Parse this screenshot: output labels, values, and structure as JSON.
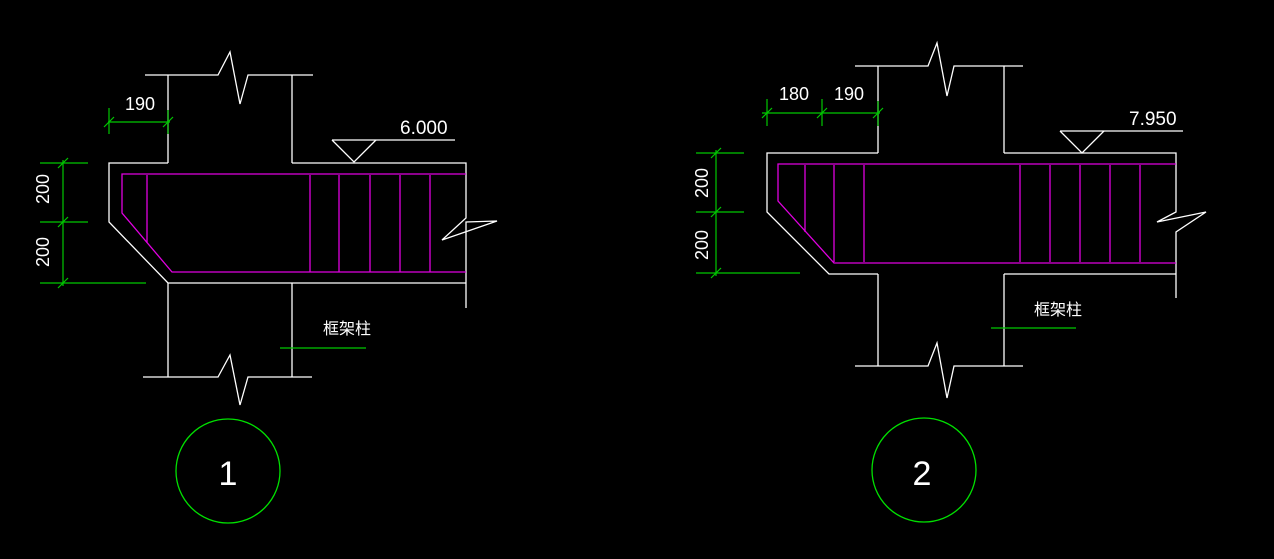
{
  "colors": {
    "background": "#000000",
    "outline": "#ffffff",
    "rebar": "#e000e0",
    "dimension": "#00c800",
    "marker": "#00e000"
  },
  "details": [
    {
      "id": "1",
      "number": "1",
      "elevation": "6.000",
      "dim_top": [
        "190"
      ],
      "dim_left": [
        "200",
        "200"
      ],
      "column_label": "框架柱"
    },
    {
      "id": "2",
      "number": "2",
      "elevation": "7.950",
      "dim_top": [
        "180",
        "190"
      ],
      "dim_left": [
        "200",
        "200"
      ],
      "column_label": "框架柱"
    }
  ]
}
